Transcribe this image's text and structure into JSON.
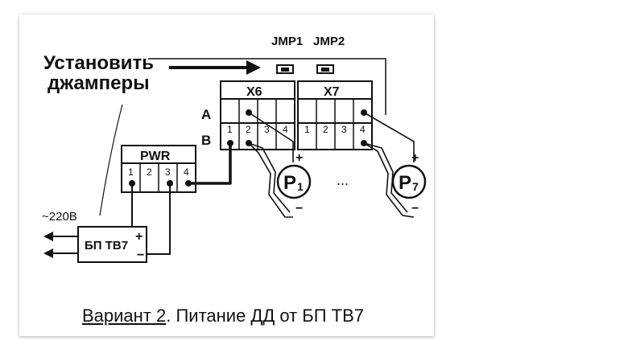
{
  "jumpers": {
    "jmp1": "JMP1",
    "jmp2": "JMP2"
  },
  "instruction": {
    "line1": "Установить",
    "line2": "джамперы"
  },
  "blocks": {
    "x6": {
      "title": "X6",
      "pins": [
        "1",
        "2",
        "3",
        "4"
      ]
    },
    "x7": {
      "title": "X7",
      "pins": [
        "1",
        "2",
        "3",
        "4"
      ]
    },
    "pwr": {
      "title": "PWR",
      "pins": [
        "1",
        "2",
        "3",
        "4"
      ]
    }
  },
  "rows": {
    "a": "A",
    "b": "B"
  },
  "sensors": {
    "p1": {
      "letter": "P",
      "index": "1"
    },
    "p7": {
      "letter": "P",
      "index": "7"
    },
    "ellipsis": "...",
    "plus": "+",
    "minus": "−"
  },
  "mains": "~220В",
  "psu": {
    "label": "БП ТВ7",
    "plus": "+",
    "minus": "−"
  },
  "caption": {
    "underlined": "Вариант 2",
    "rest": ". Питание ДД от БП ТВ7"
  }
}
